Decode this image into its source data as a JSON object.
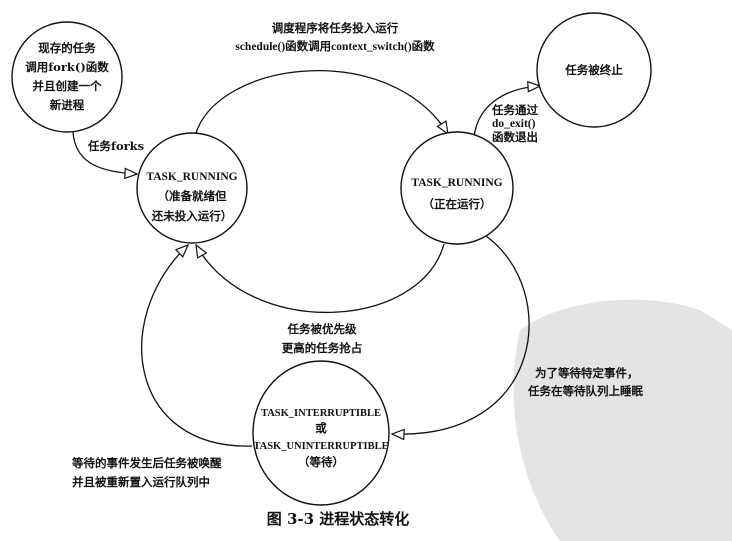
{
  "nodes": {
    "fork": [
      "现存的任务",
      "调用fork()函数",
      "并且创建一个",
      "新进程"
    ],
    "ready": [
      "TASK_RUNNING",
      "（准备就绪但",
      "还未投入运行）"
    ],
    "running": [
      "TASK_RUNNING",
      "（正在运行）"
    ],
    "terminated": [
      "任务被终止"
    ],
    "waiting": [
      "TASK_INTERRUPTIBLE",
      "或",
      "TASK_UNINTERRUPTIBLE",
      "（等待）"
    ]
  },
  "edges": {
    "fork_to_ready": [
      "任务forks"
    ],
    "ready_to_running": [
      "调度程序将任务投入运行",
      "schedule()函数调用context_switch()函数"
    ],
    "running_to_terminated": [
      "任务通过",
      "do_exit()",
      "函数退出"
    ],
    "running_to_ready": [
      "任务被优先级",
      "更高的任务抢占"
    ],
    "running_to_waiting": [
      "为了等待特定事件，",
      "任务在等待队列上睡眠"
    ],
    "waiting_to_ready": [
      "等待的事件发生后任务被唤醒",
      "并且被重新置入运行队列中"
    ]
  },
  "caption": "图 3-3   进程状态转化"
}
